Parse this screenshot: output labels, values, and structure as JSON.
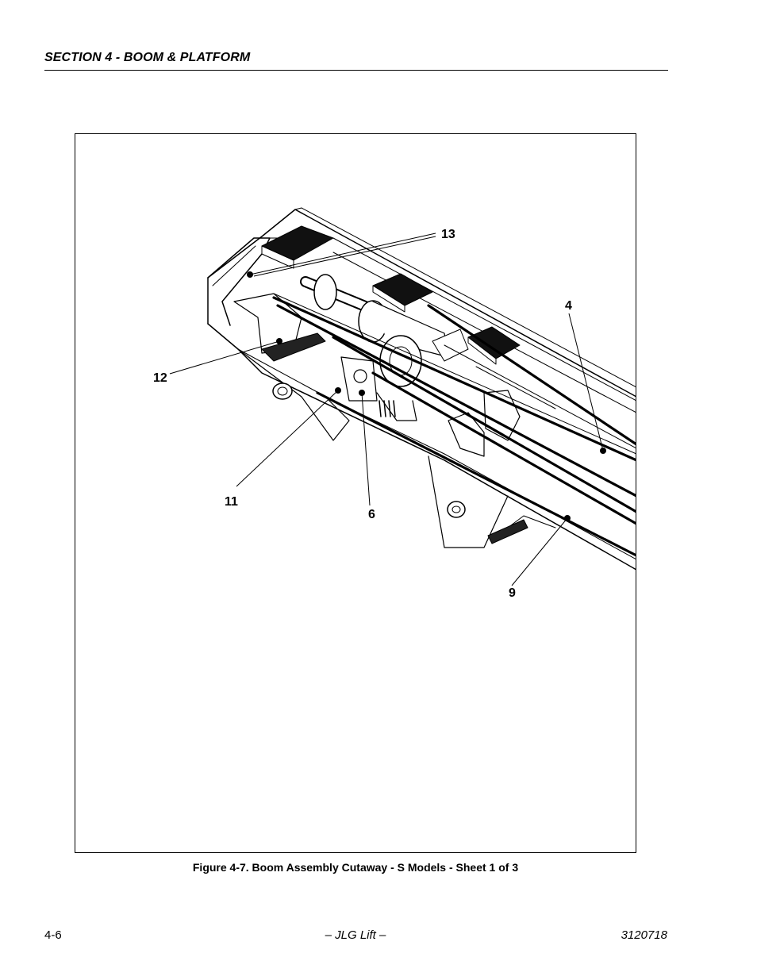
{
  "header": {
    "section_title": "SECTION 4 - BOOM & PLATFORM"
  },
  "figure": {
    "callouts": [
      "13",
      "4",
      "12",
      "11",
      "6",
      "9"
    ],
    "caption": "Figure 4-7.  Boom Assembly Cutaway - S Models - Sheet 1 of 3"
  },
  "footer": {
    "page_number": "4-6",
    "publisher": "– JLG Lift –",
    "document_number": "3120718"
  }
}
